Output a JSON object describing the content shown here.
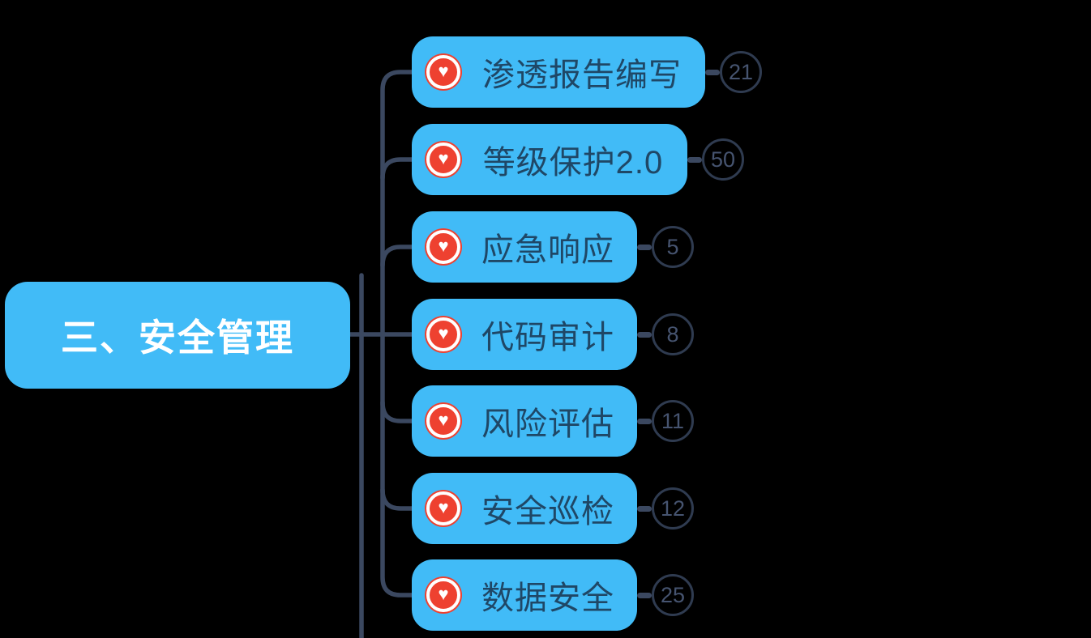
{
  "mindmap": {
    "root": {
      "label": "三、安全管理"
    },
    "children": [
      {
        "label": "渗透报告编写",
        "count": "21"
      },
      {
        "label": "等级保护2.0",
        "count": "50"
      },
      {
        "label": "应急响应",
        "count": "5"
      },
      {
        "label": "代码审计",
        "count": "8"
      },
      {
        "label": "风险评估",
        "count": "11"
      },
      {
        "label": "安全巡检",
        "count": "12"
      },
      {
        "label": "数据安全",
        "count": "25"
      }
    ]
  },
  "icons": {
    "heart_glyph": "♥"
  },
  "colors": {
    "background": "#000000",
    "node_fill": "#41bbf7",
    "root_text": "#ffffff",
    "child_text": "#1f4766",
    "connector": "#3b4860",
    "badge_ring": "#2f3b50",
    "badge_text": "#465470",
    "heart_red": "#ee4130",
    "heart_white": "#ffffff"
  }
}
